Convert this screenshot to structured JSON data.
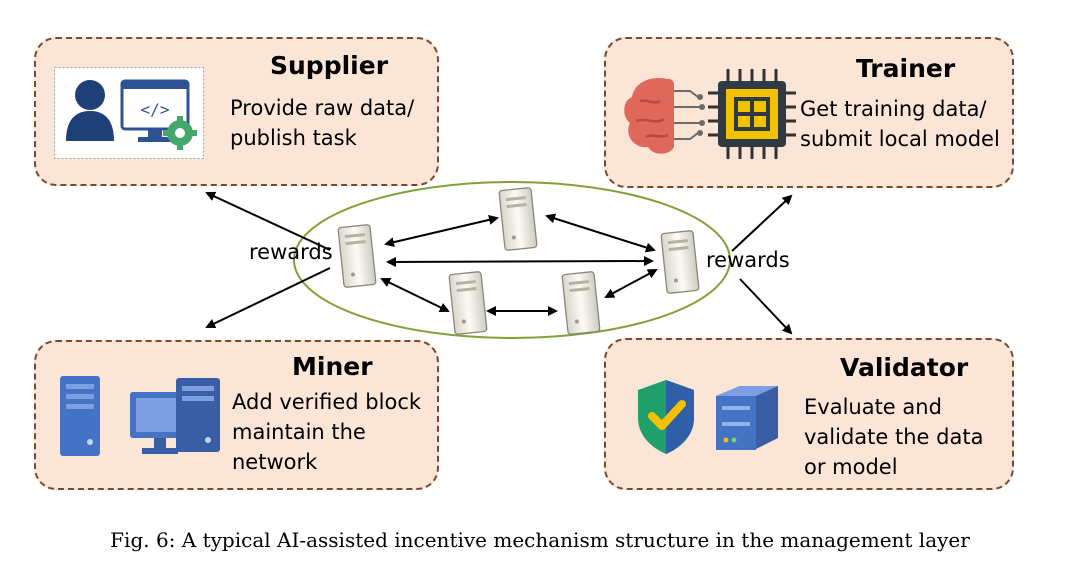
{
  "roles": {
    "supplier": {
      "title": "Supplier",
      "desc": "Provide raw data/\npublish task"
    },
    "trainer": {
      "title": "Trainer",
      "desc": "Get training data/\nsubmit local model"
    },
    "miner": {
      "title": "Miner",
      "desc": "Add verified block\nmaintain the\nnetwork"
    },
    "validator": {
      "title": "Validator",
      "desc": "Evaluate and\nvalidate the data\nor model"
    }
  },
  "rewards": {
    "left": "rewards",
    "right": "rewards"
  },
  "caption": "Fig. 6: A typical AI-assisted incentive mechanism structure in the management layer",
  "icons": {
    "supplier": [
      "user-icon",
      "code-monitor-icon",
      "gear-icon"
    ],
    "trainer": [
      "brain-icon",
      "chip-icon"
    ],
    "miner": [
      "server-tower-icon",
      "desktop-computer-icon"
    ],
    "validator": [
      "security-shield-icon",
      "server-icon"
    ],
    "network": [
      "server-node-icon"
    ]
  },
  "colors": {
    "box_fill": "#fbe5d6",
    "box_border": "#7a4a2e",
    "ellipse_border": "#7fa33a",
    "icon_blue": "#4472c4",
    "brain_red": "#e0685a",
    "shield_green": "#1f9f6a",
    "check_yellow": "#f2c200"
  }
}
